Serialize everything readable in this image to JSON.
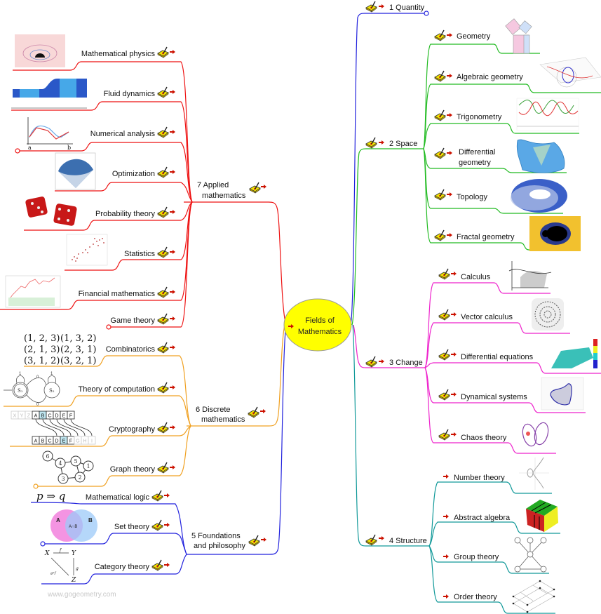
{
  "center": {
    "line1": "Fields of",
    "line2": "Mathematics",
    "fill": "#ffff00",
    "arrow": "arrow-right-icon"
  },
  "watermark": "www.gogeometry.com",
  "icons": {
    "note": "pen-note-icon",
    "link": "arrow-right-icon",
    "arrow_color": "#cc1100"
  },
  "branches": {
    "quantity": {
      "label": "1 Quantity",
      "color": "#2222dd",
      "children": []
    },
    "space": {
      "label": "2 Space",
      "color": "#22bb22",
      "children": [
        {
          "label": "Geometry",
          "image": "pythagoras-squares-image"
        },
        {
          "label": "Algebraic geometry",
          "image": "surface-curve-image"
        },
        {
          "label": "Trigonometry",
          "image": "sine-cosine-plot-image"
        },
        {
          "label": "Differential",
          "label2": "geometry",
          "image": "saddle-surface-image"
        },
        {
          "label": "Topology",
          "image": "torus-image"
        },
        {
          "label": "Fractal geometry",
          "image": "mandelbrot-image"
        }
      ]
    },
    "change": {
      "label": "3 Change",
      "color": "#ee22cc",
      "children": [
        {
          "label": "Calculus",
          "image": "integral-area-image"
        },
        {
          "label": "Vector calculus",
          "image": "vector-field-image"
        },
        {
          "label": "Differential equations",
          "image": "pde-surface-image"
        },
        {
          "label": "Dynamical systems",
          "image": "limit-cycle-image"
        },
        {
          "label": "Chaos theory",
          "image": "lorenz-attractor-image"
        }
      ]
    },
    "structure": {
      "label": "4 Structure",
      "color": "#119999",
      "children": [
        {
          "label": "Number theory",
          "image": "elliptic-curve-image"
        },
        {
          "label": "Abstract algebra",
          "image": "rubiks-cube-image"
        },
        {
          "label": "Group theory",
          "image": "cayley-graph-image"
        },
        {
          "label": "Order theory",
          "image": "lattice-image"
        }
      ]
    },
    "foundations": {
      "label": "5 Foundations",
      "label2": "and philosophy",
      "color": "#2222dd",
      "children": [
        {
          "label": "Mathematical logic",
          "image": "implication-image",
          "formula": "p ⇒ q"
        },
        {
          "label": "Set theory",
          "image": "venn-diagram-image",
          "venn": {
            "a": "A",
            "b": "B",
            "ab": "A∩B"
          }
        },
        {
          "label": "Category theory",
          "image": "commutative-diagram-image",
          "nodes": {
            "x": "X",
            "y": "Y",
            "z": "Z",
            "f": "f",
            "g": "g",
            "gf": "g∘f"
          }
        }
      ]
    },
    "discrete": {
      "label": "6 Discrete",
      "label2": "mathematics",
      "color": "#f0a020",
      "children": [
        {
          "label": "Combinatorics",
          "image": "permutations-image",
          "perms": [
            "(1, 2, 3)",
            "(1, 3, 2)",
            "(2, 1, 3)",
            "(2, 3, 1)",
            "(3, 1, 2)",
            "(3, 2, 1)"
          ]
        },
        {
          "label": "Theory of computation",
          "image": "automaton-image",
          "states": [
            "S₁",
            "S₂"
          ],
          "edge_labels": [
            "1",
            "0",
            "1",
            "0"
          ]
        },
        {
          "label": "Cryptography",
          "image": "caesar-cipher-image",
          "top_row": [
            "X",
            "Y",
            "Z",
            "A",
            "B",
            "C",
            "D",
            "E",
            "F"
          ],
          "bottom_row": [
            "A",
            "B",
            "C",
            "D",
            "E",
            "F",
            "G",
            "H",
            "I"
          ]
        },
        {
          "label": "Graph theory",
          "image": "graph-image",
          "nodes": [
            "6",
            "4",
            "5",
            "1",
            "2",
            "3"
          ]
        }
      ]
    },
    "applied": {
      "label": "7 Applied",
      "label2": "mathematics",
      "color": "#ee1111",
      "children": [
        {
          "label": "Mathematical physics",
          "image": "field-lines-image"
        },
        {
          "label": "Fluid dynamics",
          "image": "pipe-flow-image"
        },
        {
          "label": "Numerical analysis",
          "image": "interpolation-image",
          "axis": [
            "a",
            "b"
          ]
        },
        {
          "label": "Optimization",
          "image": "paraboloid-image"
        },
        {
          "label": "Probability theory",
          "image": "dice-image"
        },
        {
          "label": "Statistics",
          "image": "scatter-plot-image"
        },
        {
          "label": "Financial mathematics",
          "image": "stock-chart-image"
        },
        {
          "label": "Game theory",
          "image": ""
        }
      ]
    }
  }
}
